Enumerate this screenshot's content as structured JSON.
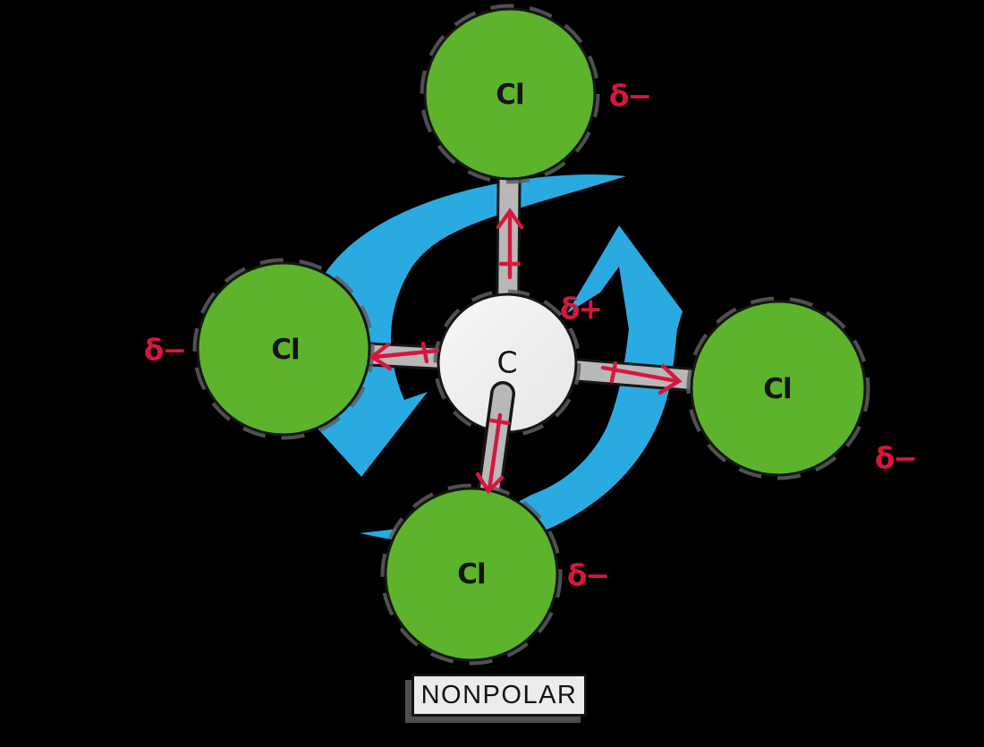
{
  "molecule": {
    "central_atom": {
      "symbol": "C",
      "partial_charge": "δ+"
    },
    "outer_atoms": [
      {
        "position": "top",
        "symbol": "Cl",
        "partial_charge": "δ−"
      },
      {
        "position": "left",
        "symbol": "Cl",
        "partial_charge": "δ−"
      },
      {
        "position": "right",
        "symbol": "Cl",
        "partial_charge": "δ−"
      },
      {
        "position": "bottom",
        "symbol": "Cl",
        "partial_charge": "δ−"
      }
    ],
    "bond_count": 4,
    "dipole_arrow_direction": "from carbon toward each chlorine"
  },
  "caption": {
    "label": "NONPOLAR"
  },
  "colors": {
    "background": "#000000",
    "chlorine_green": "#5db32c",
    "carbon_gray": "#eeeeee",
    "bond_gray": "#b8b8b8",
    "dipole_red": "#d5173e",
    "rotation_blue": "#29abe2",
    "outline_black": "#161616",
    "caption_bg": "#ececec"
  }
}
